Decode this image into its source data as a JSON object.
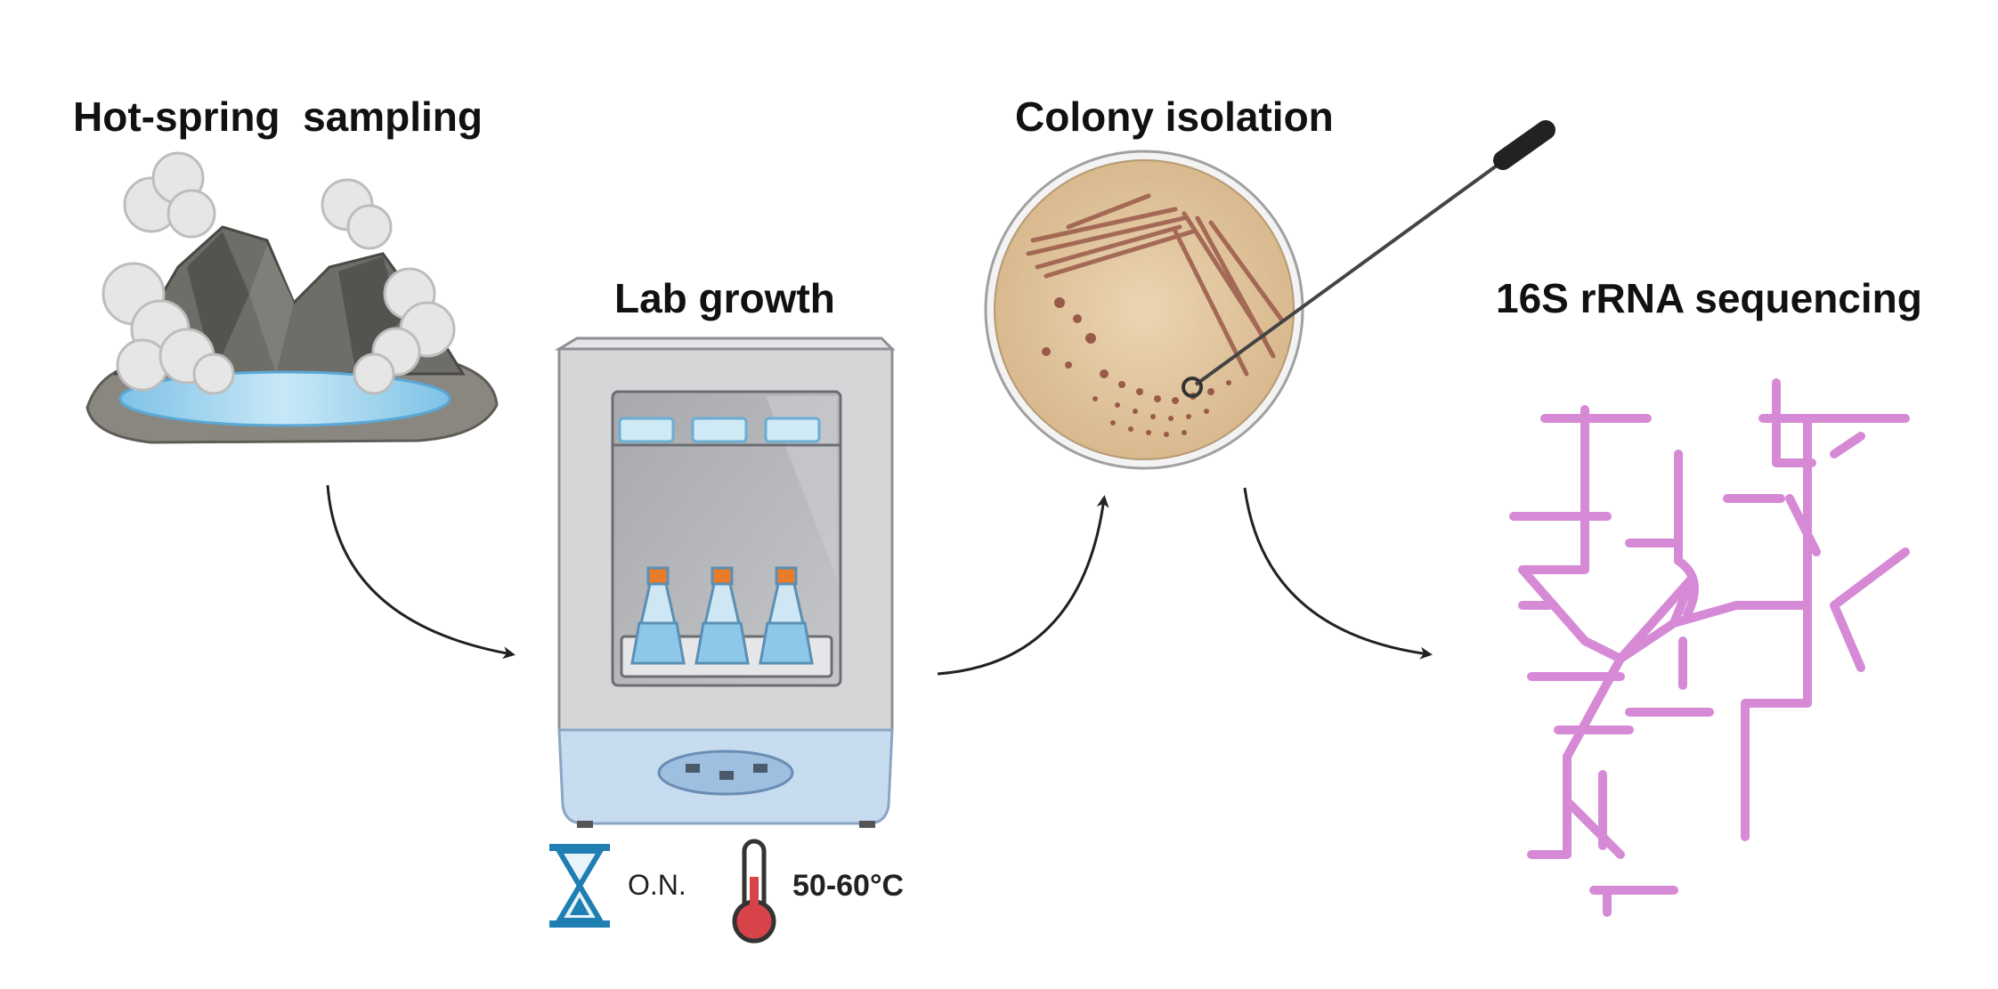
{
  "steps": {
    "sampling": {
      "title": "Hot-spring  sampling"
    },
    "growth": {
      "title": "Lab growth",
      "duration": "O.N.",
      "temperature": "50-60°C"
    },
    "isolation": {
      "title": "Colony isolation"
    },
    "sequencing": {
      "title": "16S rRNA sequencing"
    }
  },
  "icons": [
    "hot-spring-icon",
    "incubator-shaker-icon",
    "hourglass-icon",
    "thermometer-icon",
    "petri-dish-icon",
    "inoculation-loop-icon",
    "rrna-structure-icon",
    "flow-arrow"
  ],
  "colors": {
    "rock": "#6f6d68",
    "water": "#a9d8ef",
    "incubator": "#cfcfd2",
    "shaker": "#c8dcf0",
    "agar": "#e3c9a3",
    "colony": "#9a5a4a",
    "rrna": "#d68ad6",
    "arrow": "#222222",
    "hourglass": "#1f7fb3",
    "thermometer": "#d8434a"
  }
}
